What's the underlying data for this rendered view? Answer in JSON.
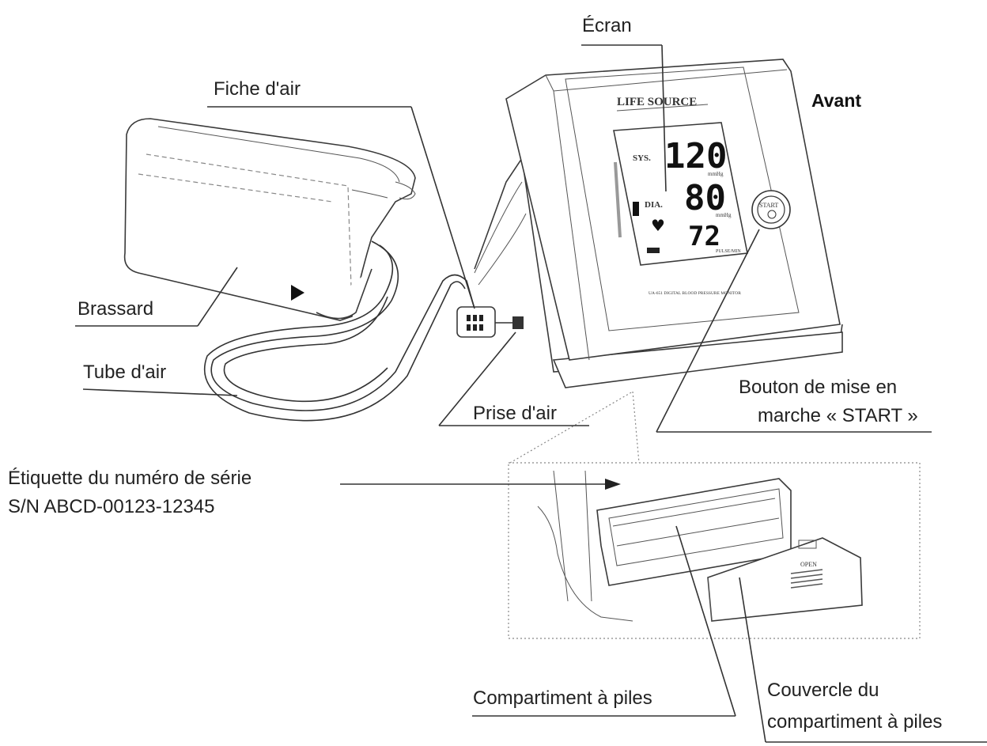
{
  "labels": {
    "ecran": "Écran",
    "fiche_air": "Fiche d'air",
    "avant": "Avant",
    "brassard": "Brassard",
    "tube_air": "Tube d'air",
    "prise_air": "Prise d'air",
    "bouton_line1": "Bouton de mise en",
    "bouton_line2": "marche « START »",
    "serial_line1": "Étiquette du numéro de série",
    "serial_line2": "S/N ABCD-00123-12345",
    "compartiment": "Compartiment à piles",
    "couvercle_line1": "Couvercle du",
    "couvercle_line2": "compartiment à piles"
  },
  "device": {
    "brand": "LIFE SOURCE",
    "display": {
      "sys_label": "SYS.",
      "dia_label": "DIA.",
      "sys_value": "120",
      "dia_value": "80",
      "pulse_value": "72",
      "unit_mmhg": "mmHg",
      "pulse_unit": "PULSE/MIN"
    },
    "start_button": "START",
    "bottom_text": "UA-651 DIGITAL BLOOD PRESSURE MONITOR",
    "cover_text": "OPEN"
  }
}
